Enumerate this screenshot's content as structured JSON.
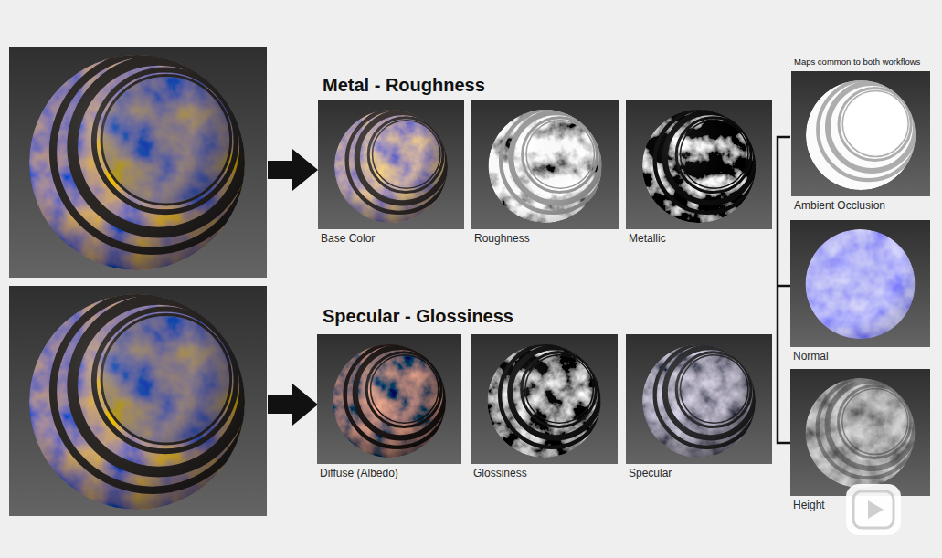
{
  "diagram": {
    "nodes": [
      {
        "text": [
          "Base Color"
        ]
      },
      {
        "text": [
          "Roughness"
        ]
      },
      {
        "text": [
          "Metallic"
        ]
      },
      {
        "text": [
          "Diffuse (Albedo)"
        ]
      },
      {
        "text": [
          "Glossiness"
        ]
      },
      {
        "text": [
          "Specular"
        ]
      },
      {
        "text": [
          "Ambient Occlusion"
        ]
      },
      {
        "text": [
          "Normal"
        ]
      },
      {
        "text": [
          "Height"
        ]
      }
    ],
    "labels": [
      "Metal - Roughness",
      "Specular - Glossiness",
      "Maps common to both workflows"
    ]
  }
}
